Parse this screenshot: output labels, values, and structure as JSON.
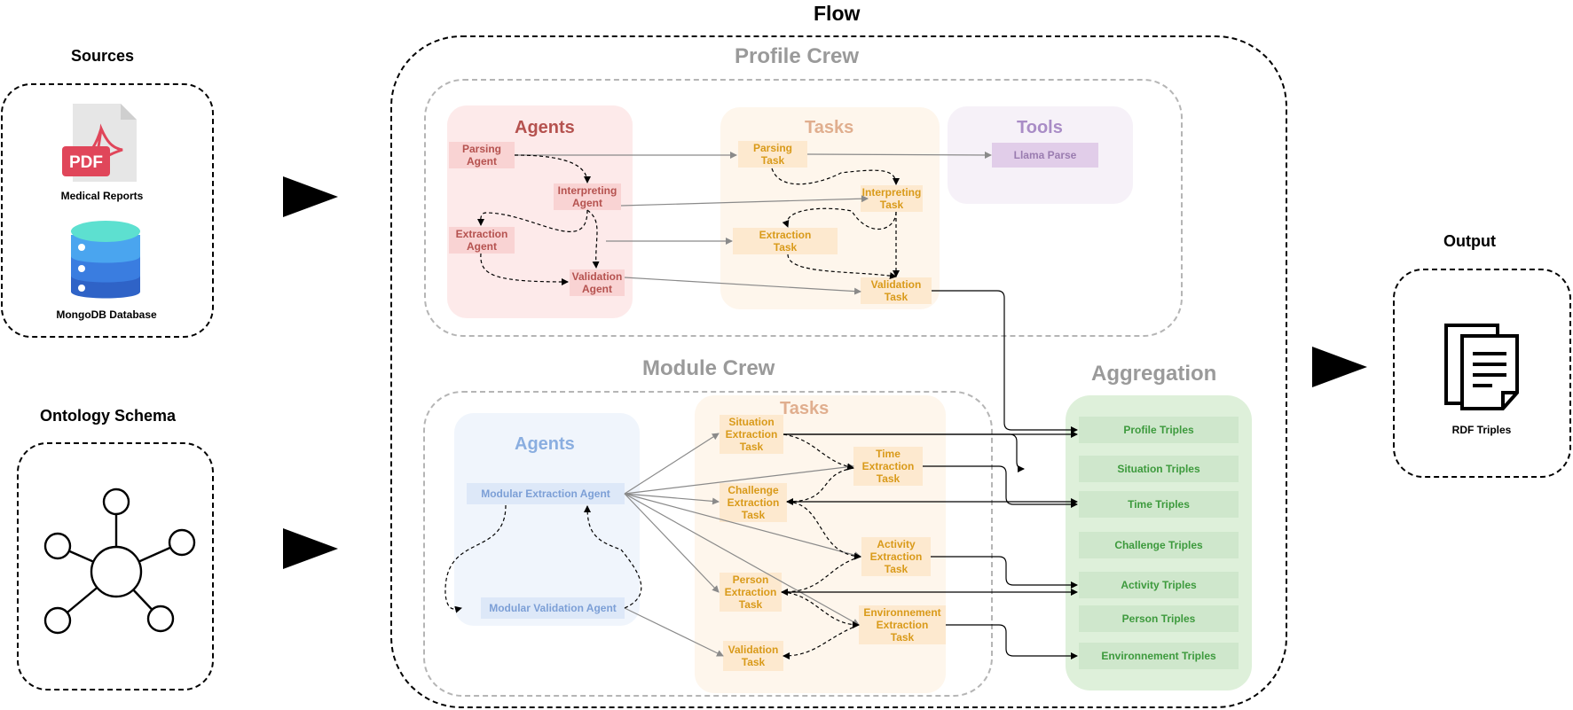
{
  "title": "Flow",
  "sources": {
    "heading": "Sources",
    "items": [
      {
        "label": "Medical Reports",
        "icon": "pdf-file-icon",
        "badge": "PDF"
      },
      {
        "label": "MongoDB Database",
        "icon": "database-icon"
      }
    ]
  },
  "ontology": {
    "heading": "Ontology Schema",
    "icon": "graph-network-icon"
  },
  "output": {
    "heading": "Output",
    "label": "RDF Triples",
    "icon": "documents-icon"
  },
  "profile_crew": {
    "title": "Profile Crew",
    "agents_title": "Agents",
    "tasks_title": "Tasks",
    "tools_title": "Tools",
    "agents": [
      "Parsing\nAgent",
      "Interpreting\nAgent",
      "Extraction\nAgent",
      "Validation\nAgent"
    ],
    "tasks": [
      "Parsing\nTask",
      "Interpreting\nTask",
      "Extraction\nTask",
      "Validation\nTask"
    ],
    "tools": [
      "Llama Parse"
    ]
  },
  "module_crew": {
    "title": "Module Crew",
    "agents_title": "Agents",
    "tasks_title": "Tasks",
    "agents": [
      "Modular Extraction Agent",
      "Modular Validation Agent"
    ],
    "tasks": [
      "Situation\nExtraction\nTask",
      "Time\nExtraction\nTask",
      "Challenge\nExtraction\nTask",
      "Activity\nExtraction\nTask",
      "Person\nExtraction\nTask",
      "Environnement\nExtraction\nTask",
      "Validation\nTask"
    ]
  },
  "aggregation": {
    "title": "Aggregation",
    "items": [
      "Profile Triples",
      "Situation Triples",
      "Time Triples",
      "Challenge Triples",
      "Activity Triples",
      "Person Triples",
      "Environnement Triples"
    ]
  },
  "colors": {
    "agents_red": "#b5524f",
    "tasks_orange": "#d99a1a",
    "tools_purple": "#9a7cb0",
    "module_blue": "#7c9fd6",
    "aggregation_green": "#3d9a3d"
  }
}
